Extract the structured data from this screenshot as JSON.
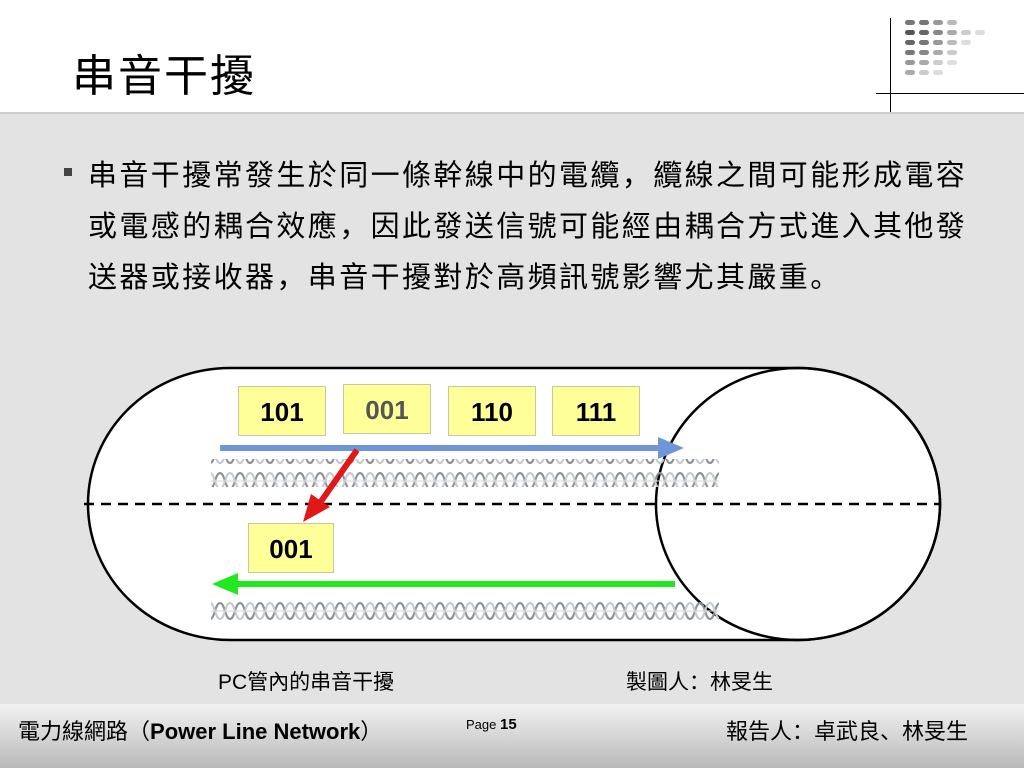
{
  "slide": {
    "title": "串音干擾",
    "bullet": "串音干擾常發生於同一條幹線中的電纜，纜線之間可能形成電容或電感的耦合效應，因此發送信號可能經由耦合方式進入其他發送器或接收器，串音干擾對於高頻訊號影響尤其嚴重。"
  },
  "diagram": {
    "data_boxes": [
      "101",
      "001",
      "110",
      "111"
    ],
    "coupled_box": "001",
    "colors": {
      "box_fill": "#ffff99",
      "dim_text": "#555555",
      "forward_arrow": "#6f96db",
      "coupling_arrow": "#e01818",
      "return_arrow": "#22e822",
      "wave": "#b0b6bc"
    }
  },
  "captions": {
    "left": "PC管內的串音干擾",
    "right": "製圖人：林旻生"
  },
  "footer": {
    "title_cn": "電力線網路（",
    "title_en": "Power Line Network",
    "title_close": "）",
    "page_label": "Page",
    "page_number": "15",
    "reporter": "報告人：卓武良、林旻生"
  }
}
